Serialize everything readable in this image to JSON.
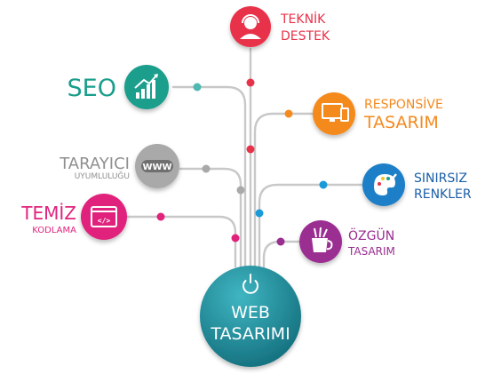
{
  "colors": {
    "red": "#e8324a",
    "teal": "#1a9e8c",
    "gray": "#a9a9a9",
    "pink": "#e0237d",
    "orange": "#f58a1f",
    "blue": "#1a7fc7",
    "purple": "#9a2d91",
    "center": "#1b8a99"
  },
  "center": {
    "line1": "WEB",
    "line2": "TASARIMI"
  },
  "nodes": {
    "teknik": {
      "line1": "TEKNİK",
      "line2": "DESTEK",
      "icon": "headset-support-icon"
    },
    "seo": {
      "line1": "SEO",
      "icon": "growth-chart-icon"
    },
    "responsive": {
      "line1": "RESPONSİVE",
      "line2": "TASARIM",
      "icon": "devices-icon"
    },
    "tarayici": {
      "line1": "TARAYICI",
      "line2": "UYUMLULUĞU",
      "icon": "www-badge-icon"
    },
    "sinirsiz": {
      "line1": "SINIRSIZ",
      "line2": "RENKLER",
      "icon": "palette-icon"
    },
    "temiz": {
      "line1": "TEMİZ",
      "line2": "KODLAMA",
      "icon": "code-window-icon"
    },
    "ozgun": {
      "line1": "ÖZGÜN",
      "line2": "TASARIM",
      "icon": "pencil-cup-icon"
    }
  }
}
